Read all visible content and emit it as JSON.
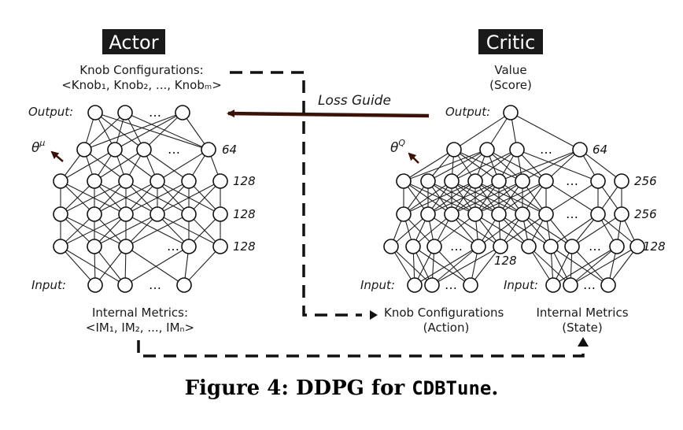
{
  "actor": {
    "title": "Actor",
    "top_label_1": "Knob Configurations:",
    "top_label_2": "<Knob₁, Knob₂, ..., Knobₘ>",
    "output_label": "Output:",
    "theta_label": "θ",
    "theta_sup": "μ",
    "layer_sizes": [
      "64",
      "128",
      "128",
      "128"
    ],
    "input_label": "Input:",
    "bottom_label_1": "Internal Metrics:",
    "bottom_label_2": "<IM₁, IM₂, ..., IMₙ>"
  },
  "critic": {
    "title": "Critic",
    "top_label_1": "Value",
    "top_label_2": "(Score)",
    "output_label": "Output:",
    "theta_label": "θ",
    "theta_sup": "Q",
    "layer_sizes": [
      "64",
      "256",
      "256",
      "128",
      "128"
    ],
    "input_label_left": "Input:",
    "input_label_right": "Input:",
    "action_label_1": "Knob Configurations",
    "action_label_2": "(Action)",
    "state_label_1": "Internal Metrics",
    "state_label_2": "(State)"
  },
  "loss_guide": "Loss Guide",
  "ellipsis": "…",
  "caption": {
    "prefix": "Figure 4: DDPG for ",
    "code": "CDBTune",
    "suffix": "."
  },
  "colors": {
    "title_bg": "#1a1a1a",
    "title_fg": "#ffffff",
    "arrow": "#3a1208",
    "line": "#111111"
  }
}
